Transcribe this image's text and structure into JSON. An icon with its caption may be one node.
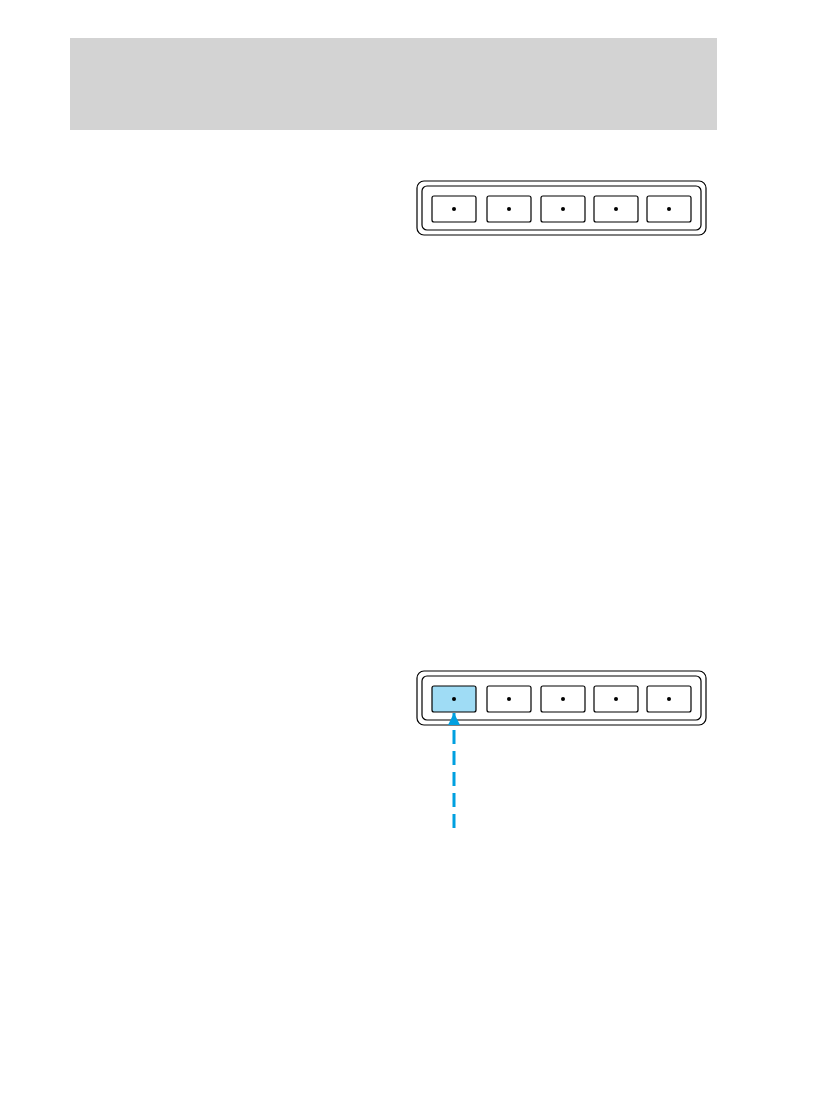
{
  "diagram": {
    "nodes": [
      {
        "text": [],
        "shape": "box"
      },
      {
        "text": [],
        "shape": "box"
      },
      {
        "text": [],
        "shape": "box"
      },
      {
        "text": [],
        "shape": "box"
      },
      {
        "text": [],
        "shape": "box"
      },
      {
        "text": [],
        "shape": "box"
      },
      {
        "text": [],
        "shape": "box"
      },
      {
        "text": [],
        "shape": "box"
      },
      {
        "text": [],
        "shape": "box"
      },
      {
        "text": [],
        "shape": "box"
      }
    ],
    "edges": [
      {
        "from": null,
        "to": 5,
        "arrow": "to",
        "style": "dashed",
        "color": "#00a0e0"
      }
    ]
  }
}
